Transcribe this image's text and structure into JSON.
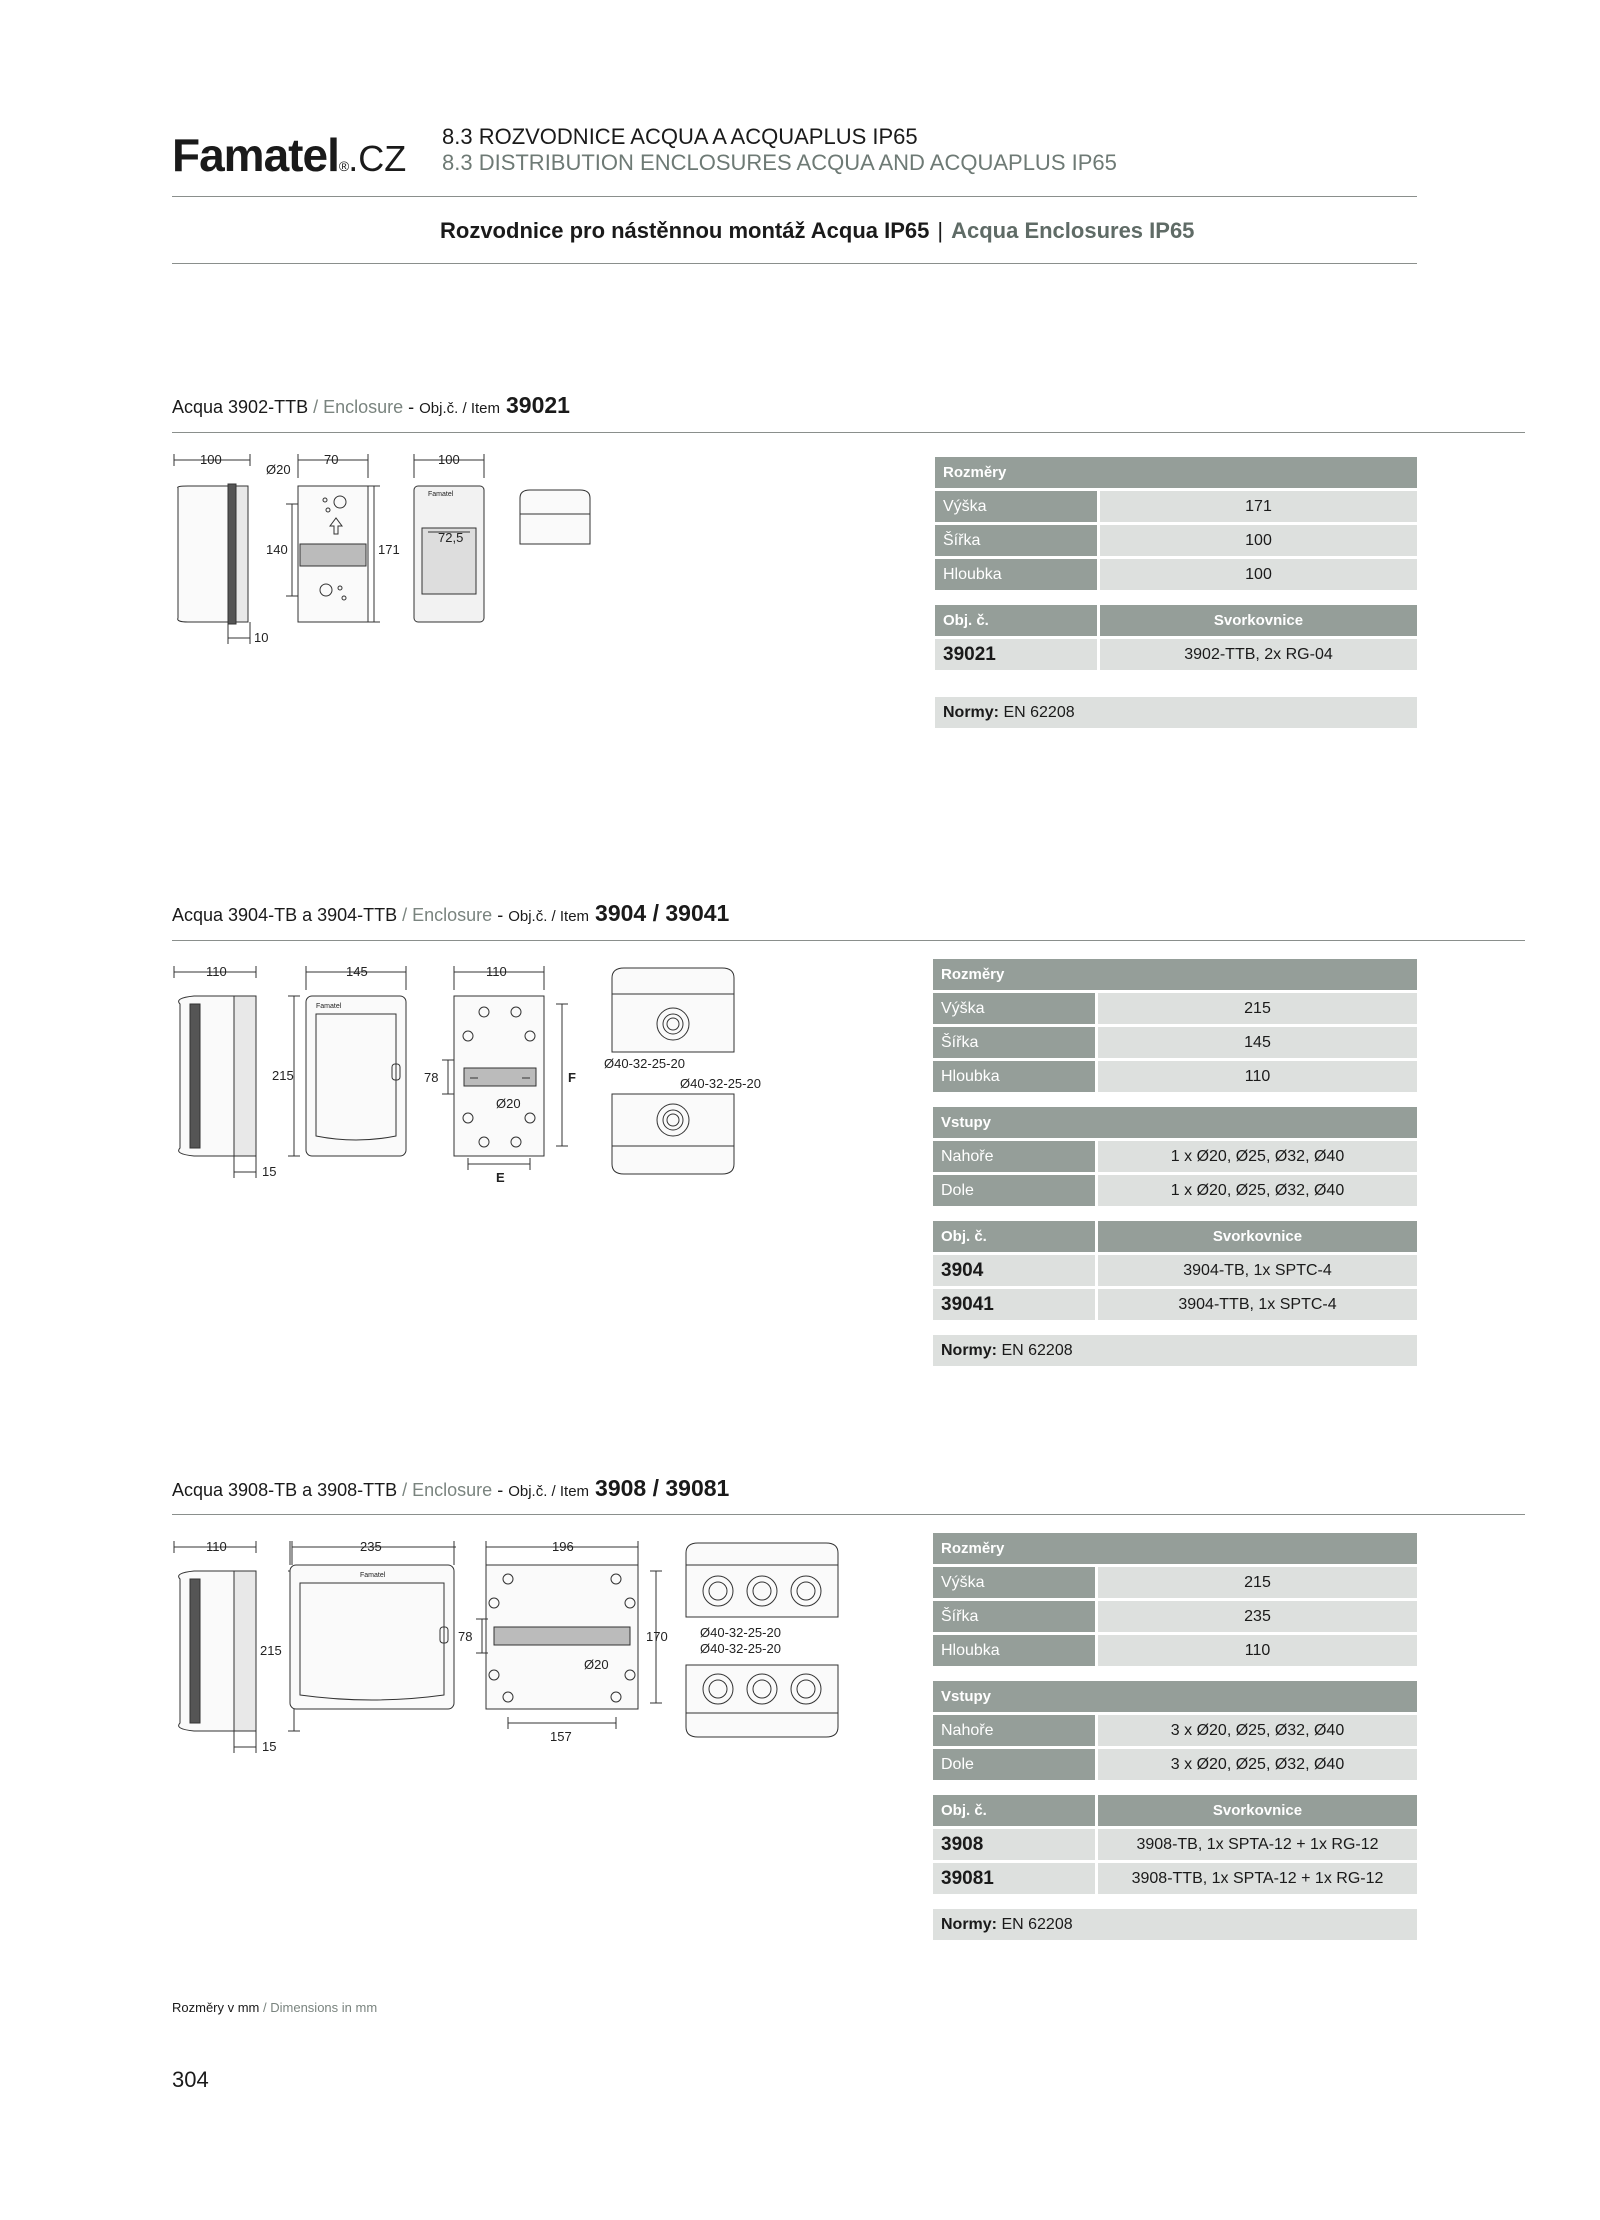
{
  "header": {
    "logo_text": "Famatel",
    "logo_reg": "®",
    "logo_cz": ".CZ",
    "line1": "8.3  ROZVODNICE ACQUA A ACQUAPLUS IP65",
    "line2": "8.3  DISTRIBUTION ENCLOSURES ACQUA AND ACQUAPLUS IP65",
    "subtitle_cz": "Rozvodnice pro nástěnnou montáž Acqua IP65",
    "subtitle_sep": "|",
    "subtitle_en": "Acqua Enclosures IP65"
  },
  "colors": {
    "table_header": "#959e99",
    "table_cell": "#dde0de",
    "accent_text": "#5f6b66"
  },
  "labels": {
    "rozmery": "Rozměry",
    "vyska": "Výška",
    "sirka": "Šířka",
    "hloubka": "Hloubka",
    "vstupy": "Vstupy",
    "nahore": "Nahoře",
    "dole": "Dole",
    "obj": "Obj. č.",
    "svorkovnice": "Svorkovnice",
    "normy": "Normy:"
  },
  "sections": [
    {
      "name": "Acqua 3902-TTB",
      "sep": " / ",
      "en": "Enclosure",
      "dash": " - ",
      "obj": "Obj.č. / Item",
      "number": "39021",
      "dims": {
        "vyska": "171",
        "sirka": "100",
        "hloubka": "100"
      },
      "items": [
        {
          "code": "39021",
          "desc": "3902-TTB, 2x RG-04"
        }
      ],
      "normy": " EN 62208",
      "drawing": {
        "d1": "100",
        "d2": "Ø20",
        "d3": "70",
        "d4": "100",
        "d5": "140",
        "d6": "171",
        "d7": "72,5",
        "d8": "10",
        "brand": "Famatel"
      }
    },
    {
      "name": "Acqua 3904-TB a 3904-TTB",
      "sep": " / ",
      "en": "Enclosure",
      "dash": " - ",
      "obj": "Obj.č. / Item",
      "number": "3904 / 39041",
      "dims": {
        "vyska": "215",
        "sirka": "145",
        "hloubka": "110"
      },
      "inputs": {
        "nahore": "1 x Ø20, Ø25, Ø32, Ø40",
        "dole": "1 x Ø20, Ø25, Ø32, Ø40"
      },
      "items": [
        {
          "code": "3904",
          "desc": "3904-TB, 1x SPTC-4"
        },
        {
          "code": "39041",
          "desc": "3904-TTB, 1x SPTC-4"
        }
      ],
      "normy": " EN 62208",
      "drawing": {
        "d1": "110",
        "d2": "145",
        "d3": "110",
        "d4": "215",
        "d5": "78",
        "d6": "F",
        "d7": "Ø20",
        "d8": "E",
        "d9": "15",
        "d10": "Ø40-32-25-20",
        "d11": "Ø40-32-25-20",
        "brand": "Famatel"
      }
    },
    {
      "name": "Acqua 3908-TB a 3908-TTB",
      "sep": " / ",
      "en": "Enclosure",
      "dash": " - ",
      "obj": "Obj.č. / Item",
      "number": "3908 / 39081",
      "dims": {
        "vyska": "215",
        "sirka": "235",
        "hloubka": "110"
      },
      "inputs": {
        "nahore": "3 x Ø20, Ø25, Ø32, Ø40",
        "dole": "3 x Ø20, Ø25, Ø32, Ø40"
      },
      "items": [
        {
          "code": "3908",
          "desc": "3908-TB, 1x SPTA-12 + 1x RG-12"
        },
        {
          "code": "39081",
          "desc": "3908-TTB, 1x SPTA-12 + 1x RG-12"
        }
      ],
      "normy": " EN 62208",
      "drawing": {
        "d1": "110",
        "d2": "235",
        "d3": "196",
        "d4": "215",
        "d5": "78",
        "d6": "170",
        "d7": "Ø20",
        "d8": "157",
        "d9": "15",
        "d10": "Ø40-32-25-20",
        "d11": "Ø40-32-25-20",
        "brand": "Famatel"
      }
    }
  ],
  "footer": {
    "note_cz": "Rozměry v mm",
    "note_sep": " / ",
    "note_en": "Dimensions in mm",
    "page": "304"
  }
}
